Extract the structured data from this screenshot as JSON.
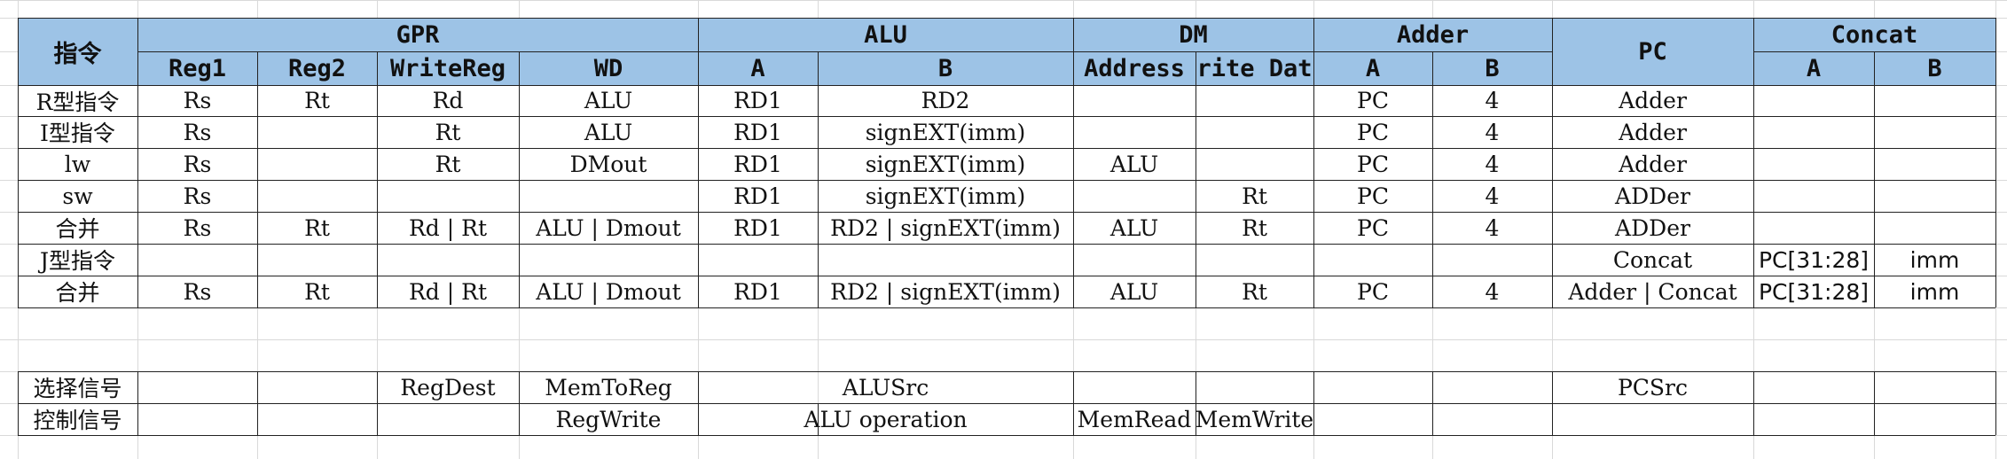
{
  "header": {
    "instruction": "指令",
    "groups": {
      "gpr": "GPR",
      "alu": "ALU",
      "dm": "DM",
      "adder": "Adder",
      "pc": "PC",
      "concat": "Concat"
    },
    "sub": {
      "gpr": [
        "Reg1",
        "Reg2",
        "WriteReg",
        "WD"
      ],
      "alu": [
        "A",
        "B"
      ],
      "dm": [
        "Address",
        "rite Dat"
      ],
      "adder": [
        "A",
        "B"
      ],
      "concat": [
        "A",
        "B"
      ]
    }
  },
  "rows": [
    {
      "label": "R型指令",
      "cells": [
        "Rs",
        "Rt",
        "Rd",
        "ALU",
        "RD1",
        "RD2",
        "",
        "",
        "PC",
        "4",
        "Adder",
        "",
        ""
      ]
    },
    {
      "label": "I型指令",
      "cells": [
        "Rs",
        "",
        "Rt",
        "ALU",
        "RD1",
        "signEXT(imm)",
        "",
        "",
        "PC",
        "4",
        "Adder",
        "",
        ""
      ]
    },
    {
      "label": "lw",
      "cells": [
        "Rs",
        "",
        "Rt",
        "DMout",
        "RD1",
        "signEXT(imm)",
        "ALU",
        "",
        "PC",
        "4",
        "Adder",
        "",
        ""
      ]
    },
    {
      "label": "sw",
      "cells": [
        "Rs",
        "",
        "",
        "",
        "RD1",
        "signEXT(imm)",
        "",
        "Rt",
        "PC",
        "4",
        "ADDer",
        "",
        ""
      ]
    },
    {
      "label": "合并",
      "cells": [
        "Rs",
        "Rt",
        "Rd | Rt",
        "ALU | Dmout",
        "RD1",
        "RD2 | signEXT(imm)",
        "ALU",
        "Rt",
        "PC",
        "4",
        "ADDer",
        "",
        ""
      ]
    },
    {
      "label": "J型指令",
      "cells": [
        "",
        "",
        "",
        "",
        "",
        "",
        "",
        "",
        "",
        "",
        "Concat",
        "PC[31:28]",
        "imm"
      ]
    },
    {
      "label": "合并",
      "cells": [
        "Rs",
        "Rt",
        "Rd | Rt",
        "ALU | Dmout",
        "RD1",
        "RD2 | signEXT(imm)",
        "ALU",
        "Rt",
        "PC",
        "4",
        "Adder | Concat",
        "PC[31:28]",
        "imm"
      ]
    }
  ],
  "signals": {
    "select": {
      "label": "选择信号",
      "reg_dest": "RegDest",
      "mem_to_reg": "MemToReg",
      "alu_src": "ALUSrc",
      "pc_src": "PCSrc"
    },
    "control": {
      "label": "控制信号",
      "reg_write": "RegWrite",
      "alu_operation": "ALU operation",
      "mem_read": "MemRead",
      "mem_write": "MemWrite"
    }
  }
}
